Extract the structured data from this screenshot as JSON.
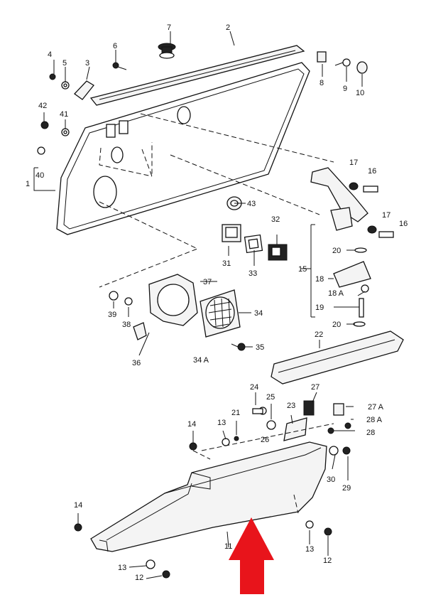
{
  "diagram": {
    "labels": {
      "l1": "1",
      "l2": "2",
      "l3": "3",
      "l4": "4",
      "l5": "5",
      "l6": "6",
      "l7": "7",
      "l8": "8",
      "l9": "9",
      "l10": "10",
      "l11": "11",
      "l12a": "12",
      "l12b": "12",
      "l13a": "13",
      "l13b": "13",
      "l13c": "13",
      "l14a": "14",
      "l14b": "14",
      "l15": "15",
      "l16a": "16",
      "l16b": "16",
      "l17a": "17",
      "l17b": "17",
      "l18": "18",
      "l18a": "18 A",
      "l19": "19",
      "l20a": "20",
      "l20b": "20",
      "l21": "21",
      "l22": "22",
      "l23": "23",
      "l24": "24",
      "l25": "25",
      "l26": "26",
      "l27": "27",
      "l27a": "27 A",
      "l28": "28",
      "l28a": "28 A",
      "l29": "29",
      "l30": "30",
      "l31": "31",
      "l32": "32",
      "l33": "33",
      "l34": "34",
      "l34a": "34 A",
      "l35": "35",
      "l36": "36",
      "l37": "37",
      "l38": "38",
      "l39": "39",
      "l40": "40",
      "l41": "41",
      "l42": "42",
      "l43": "43"
    },
    "arrow_color": "#e8141b"
  }
}
